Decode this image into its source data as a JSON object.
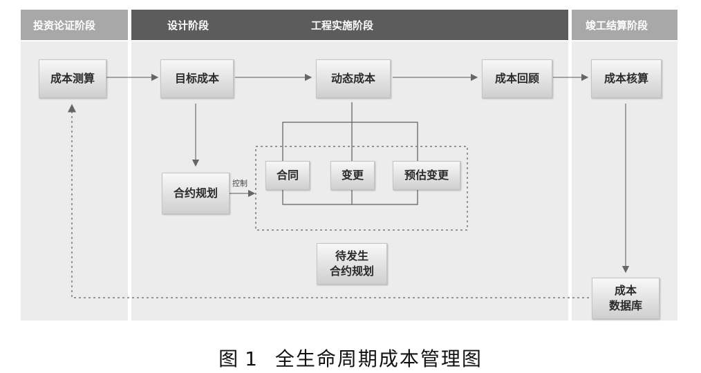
{
  "phases": {
    "investment": "投资论证阶段",
    "design": "设计阶段",
    "construction": "工程实施阶段",
    "settlement": "竣工结算阶段"
  },
  "boxes": {
    "cost_estimate": "成本测算",
    "target_cost": "目标成本",
    "dynamic_cost": "动态成本",
    "cost_review": "成本回顾",
    "cost_accounting": "成本核算",
    "contract_plan": "合约规划",
    "contract": "合同",
    "change": "变更",
    "estimated_change": "预估变更",
    "pending_contract_line1": "待发生",
    "pending_contract_line2": "合约规划",
    "cost_db_line1": "成本",
    "cost_db_line2": "数据库"
  },
  "control_label": "控制",
  "caption": {
    "prefix": "图",
    "number": "1",
    "title": "全生命周期成本管理图"
  }
}
